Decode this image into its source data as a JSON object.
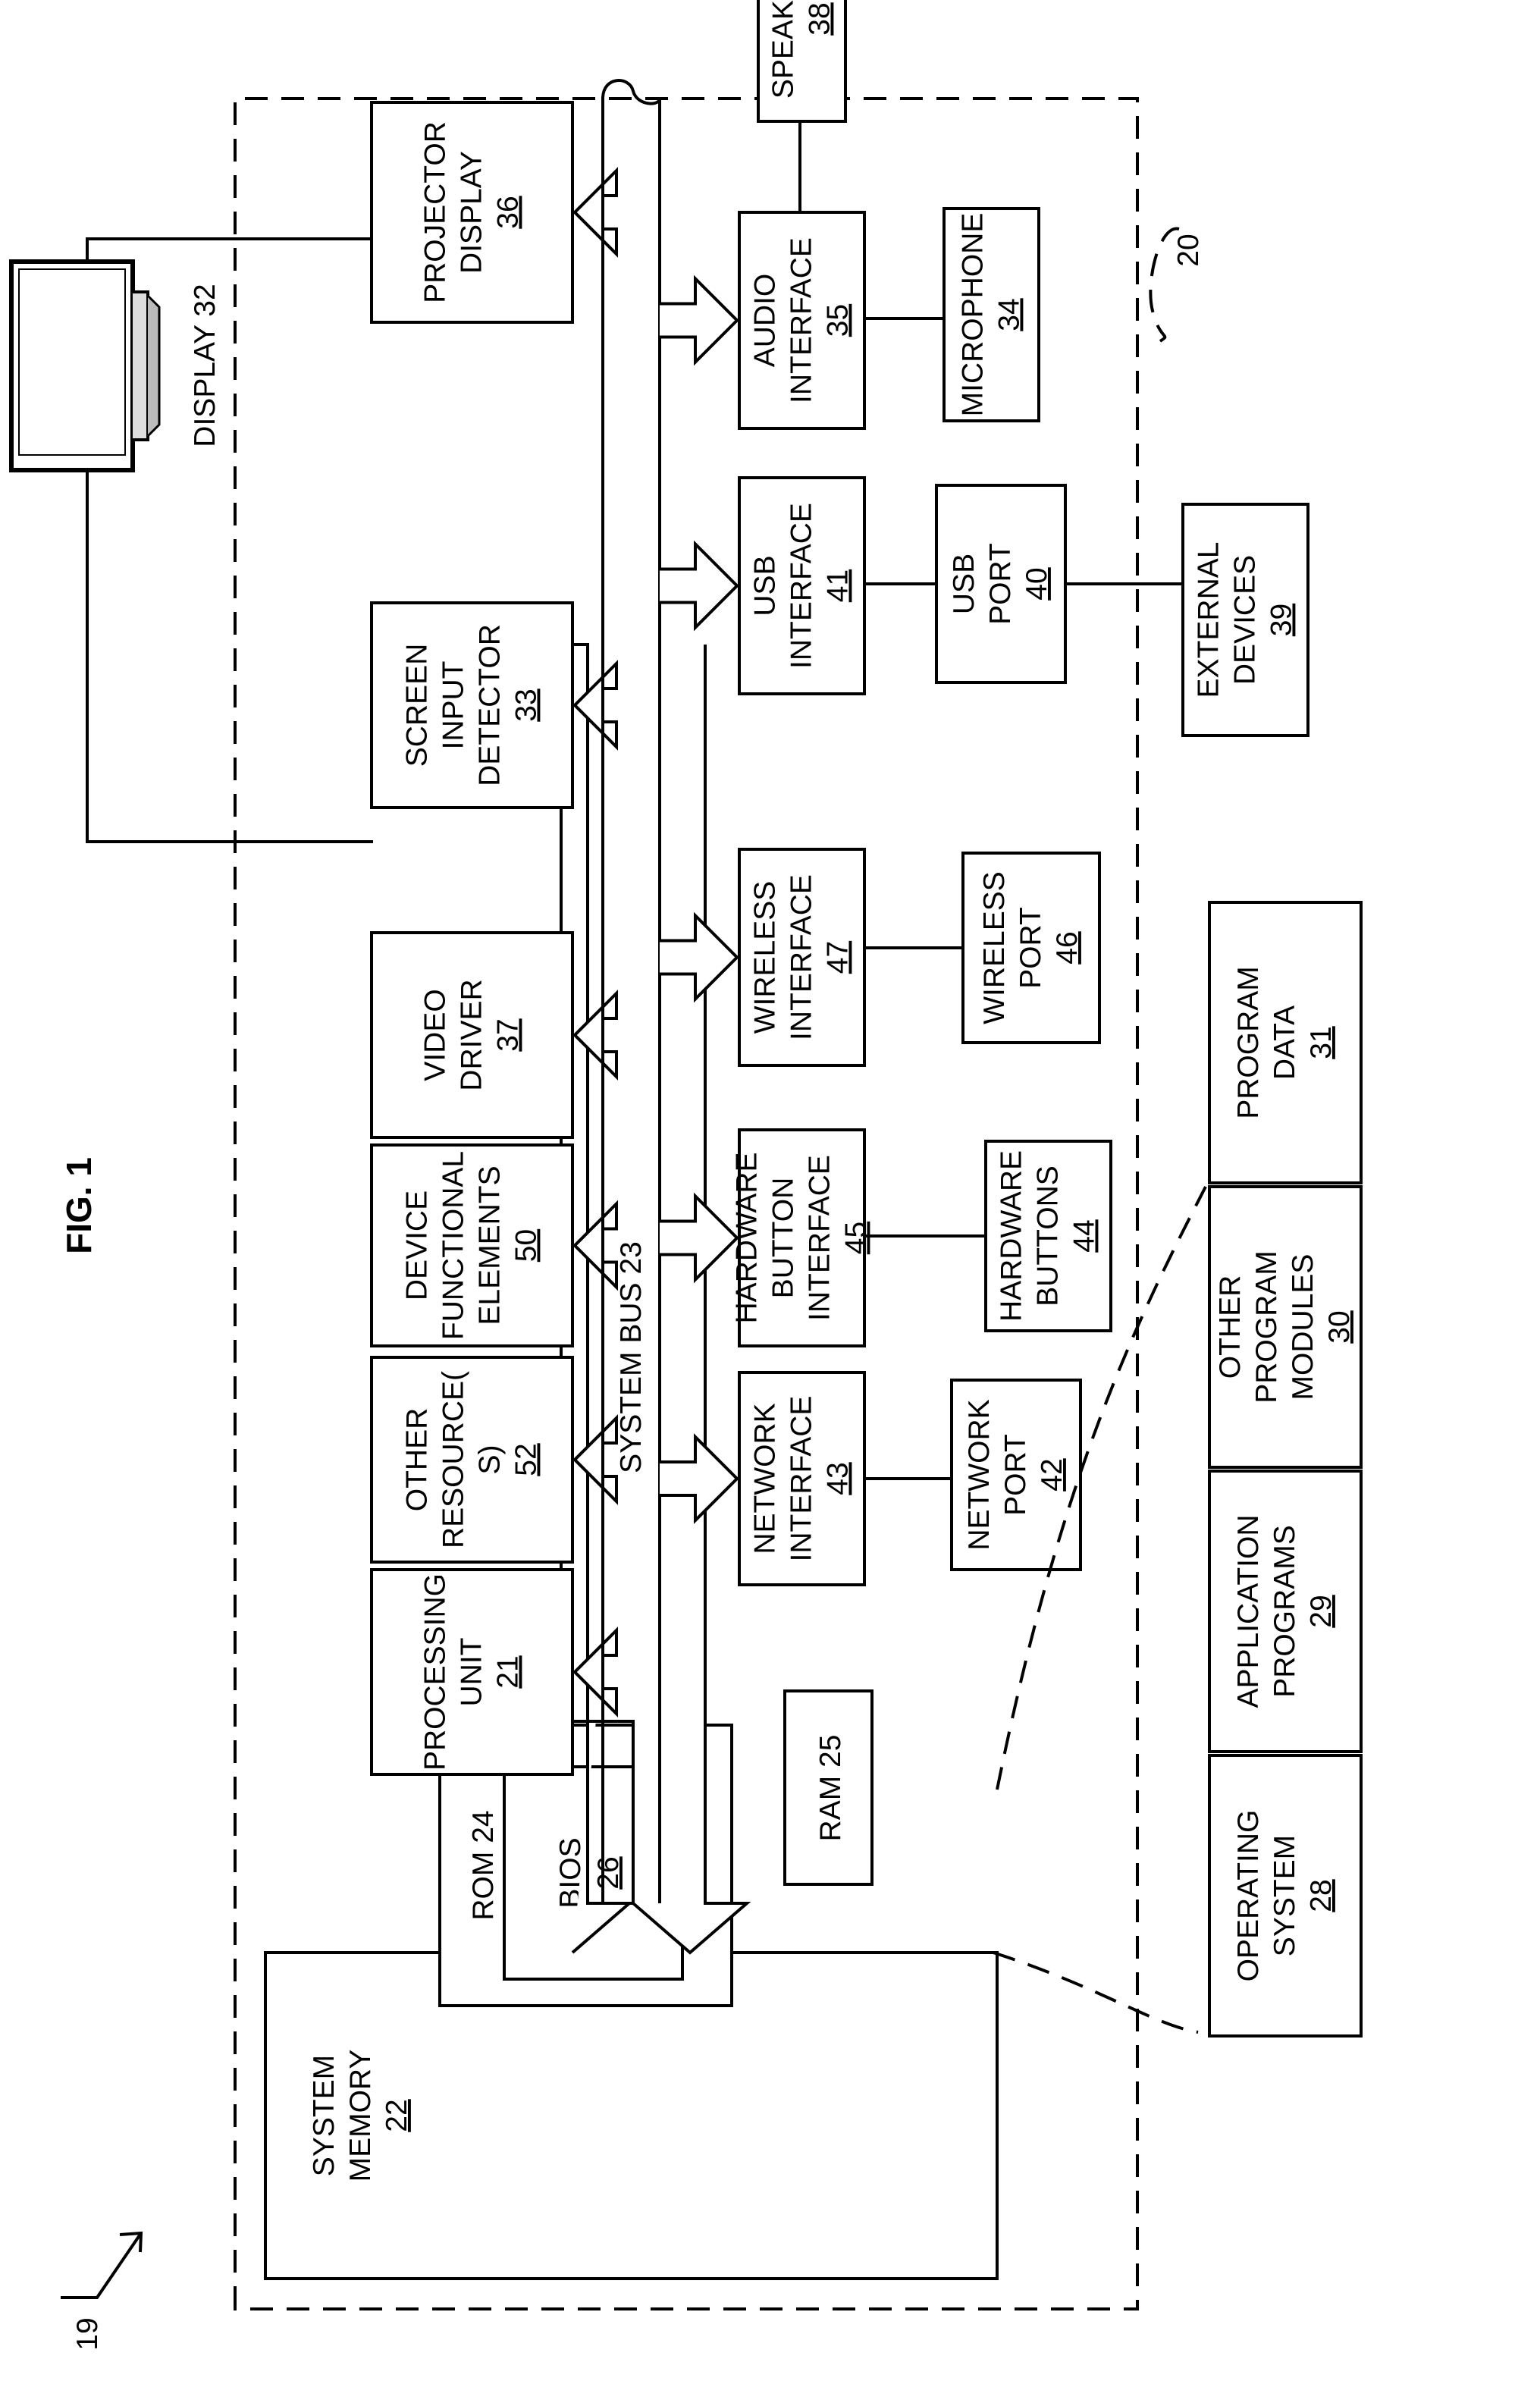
{
  "figure": {
    "title": "FIG. 1",
    "ref_system": "19",
    "ref_computer": "20",
    "display_label": "DISPLAY 32",
    "system_bus": "SYSTEM BUS 23"
  },
  "top_row": [
    {
      "id": "processing",
      "lines": [
        "PROCESSING",
        "UNIT"
      ],
      "num": "21"
    },
    {
      "id": "other-resources",
      "lines": [
        "OTHER",
        "RESOURCE(",
        "S)"
      ],
      "num": "52"
    },
    {
      "id": "device-functional",
      "lines": [
        "DEVICE",
        "FUNCTIONAL",
        "ELEMENTS"
      ],
      "num": "50"
    },
    {
      "id": "video-driver",
      "lines": [
        "VIDEO",
        "DRIVER"
      ],
      "num": "37"
    },
    {
      "id": "screen-input",
      "lines": [
        "SCREEN",
        "INPUT",
        "DETECTOR"
      ],
      "num": "33"
    },
    {
      "id": "projector",
      "lines": [
        "PROJECTOR",
        "DISPLAY"
      ],
      "num": "36"
    }
  ],
  "interfaces": [
    {
      "id": "network-interface",
      "lines": [
        "NETWORK",
        "INTERFACE"
      ],
      "num": "43"
    },
    {
      "id": "hw-button-interface",
      "lines": [
        "HARDWARE",
        "BUTTON",
        "INTERFACE"
      ],
      "num": "45"
    },
    {
      "id": "wireless-interface",
      "lines": [
        "WIRELESS",
        "INTERFACE"
      ],
      "num": "47"
    },
    {
      "id": "usb-interface",
      "lines": [
        "USB",
        "INTERFACE"
      ],
      "num": "41"
    },
    {
      "id": "audio-interface",
      "lines": [
        "AUDIO",
        "INTERFACE"
      ],
      "num": "35"
    }
  ],
  "ports": [
    {
      "id": "network-port",
      "lines": [
        "NETWORK",
        "PORT"
      ],
      "num": "42"
    },
    {
      "id": "hw-buttons",
      "lines": [
        "HARDWARE",
        "BUTTONS"
      ],
      "num": "44"
    },
    {
      "id": "wireless-port",
      "lines": [
        "WIRELESS",
        "PORT"
      ],
      "num": "46"
    },
    {
      "id": "usb-port",
      "lines": [
        "USB",
        "PORT"
      ],
      "num": "40"
    },
    {
      "id": "microphone",
      "lines": [
        "MICROPHONE"
      ],
      "num": "34"
    },
    {
      "id": "speakers",
      "lines": [
        "SPEAKERS"
      ],
      "num": "38"
    },
    {
      "id": "external-devices",
      "lines": [
        "EXTERNAL",
        "DEVICES"
      ],
      "num": "39"
    }
  ],
  "memory": {
    "system_memory": {
      "lines": [
        "SYSTEM",
        "MEMORY"
      ],
      "num": "22"
    },
    "rom": {
      "lines": [
        "ROM 24"
      ]
    },
    "bios": {
      "lines": [
        "BIOS"
      ],
      "num": "26"
    },
    "ram": {
      "lines": [
        "RAM 25"
      ]
    }
  },
  "software": [
    {
      "id": "operating-system",
      "lines": [
        "OPERATING",
        "SYSTEM"
      ],
      "num": "28"
    },
    {
      "id": "application-programs",
      "lines": [
        "APPLICATION",
        "PROGRAMS"
      ],
      "num": "29"
    },
    {
      "id": "other-program-modules",
      "lines": [
        "OTHER",
        "PROGRAM",
        "MODULES"
      ],
      "num": "30"
    },
    {
      "id": "program-data",
      "lines": [
        "PROGRAM",
        "DATA"
      ],
      "num": "31"
    }
  ]
}
